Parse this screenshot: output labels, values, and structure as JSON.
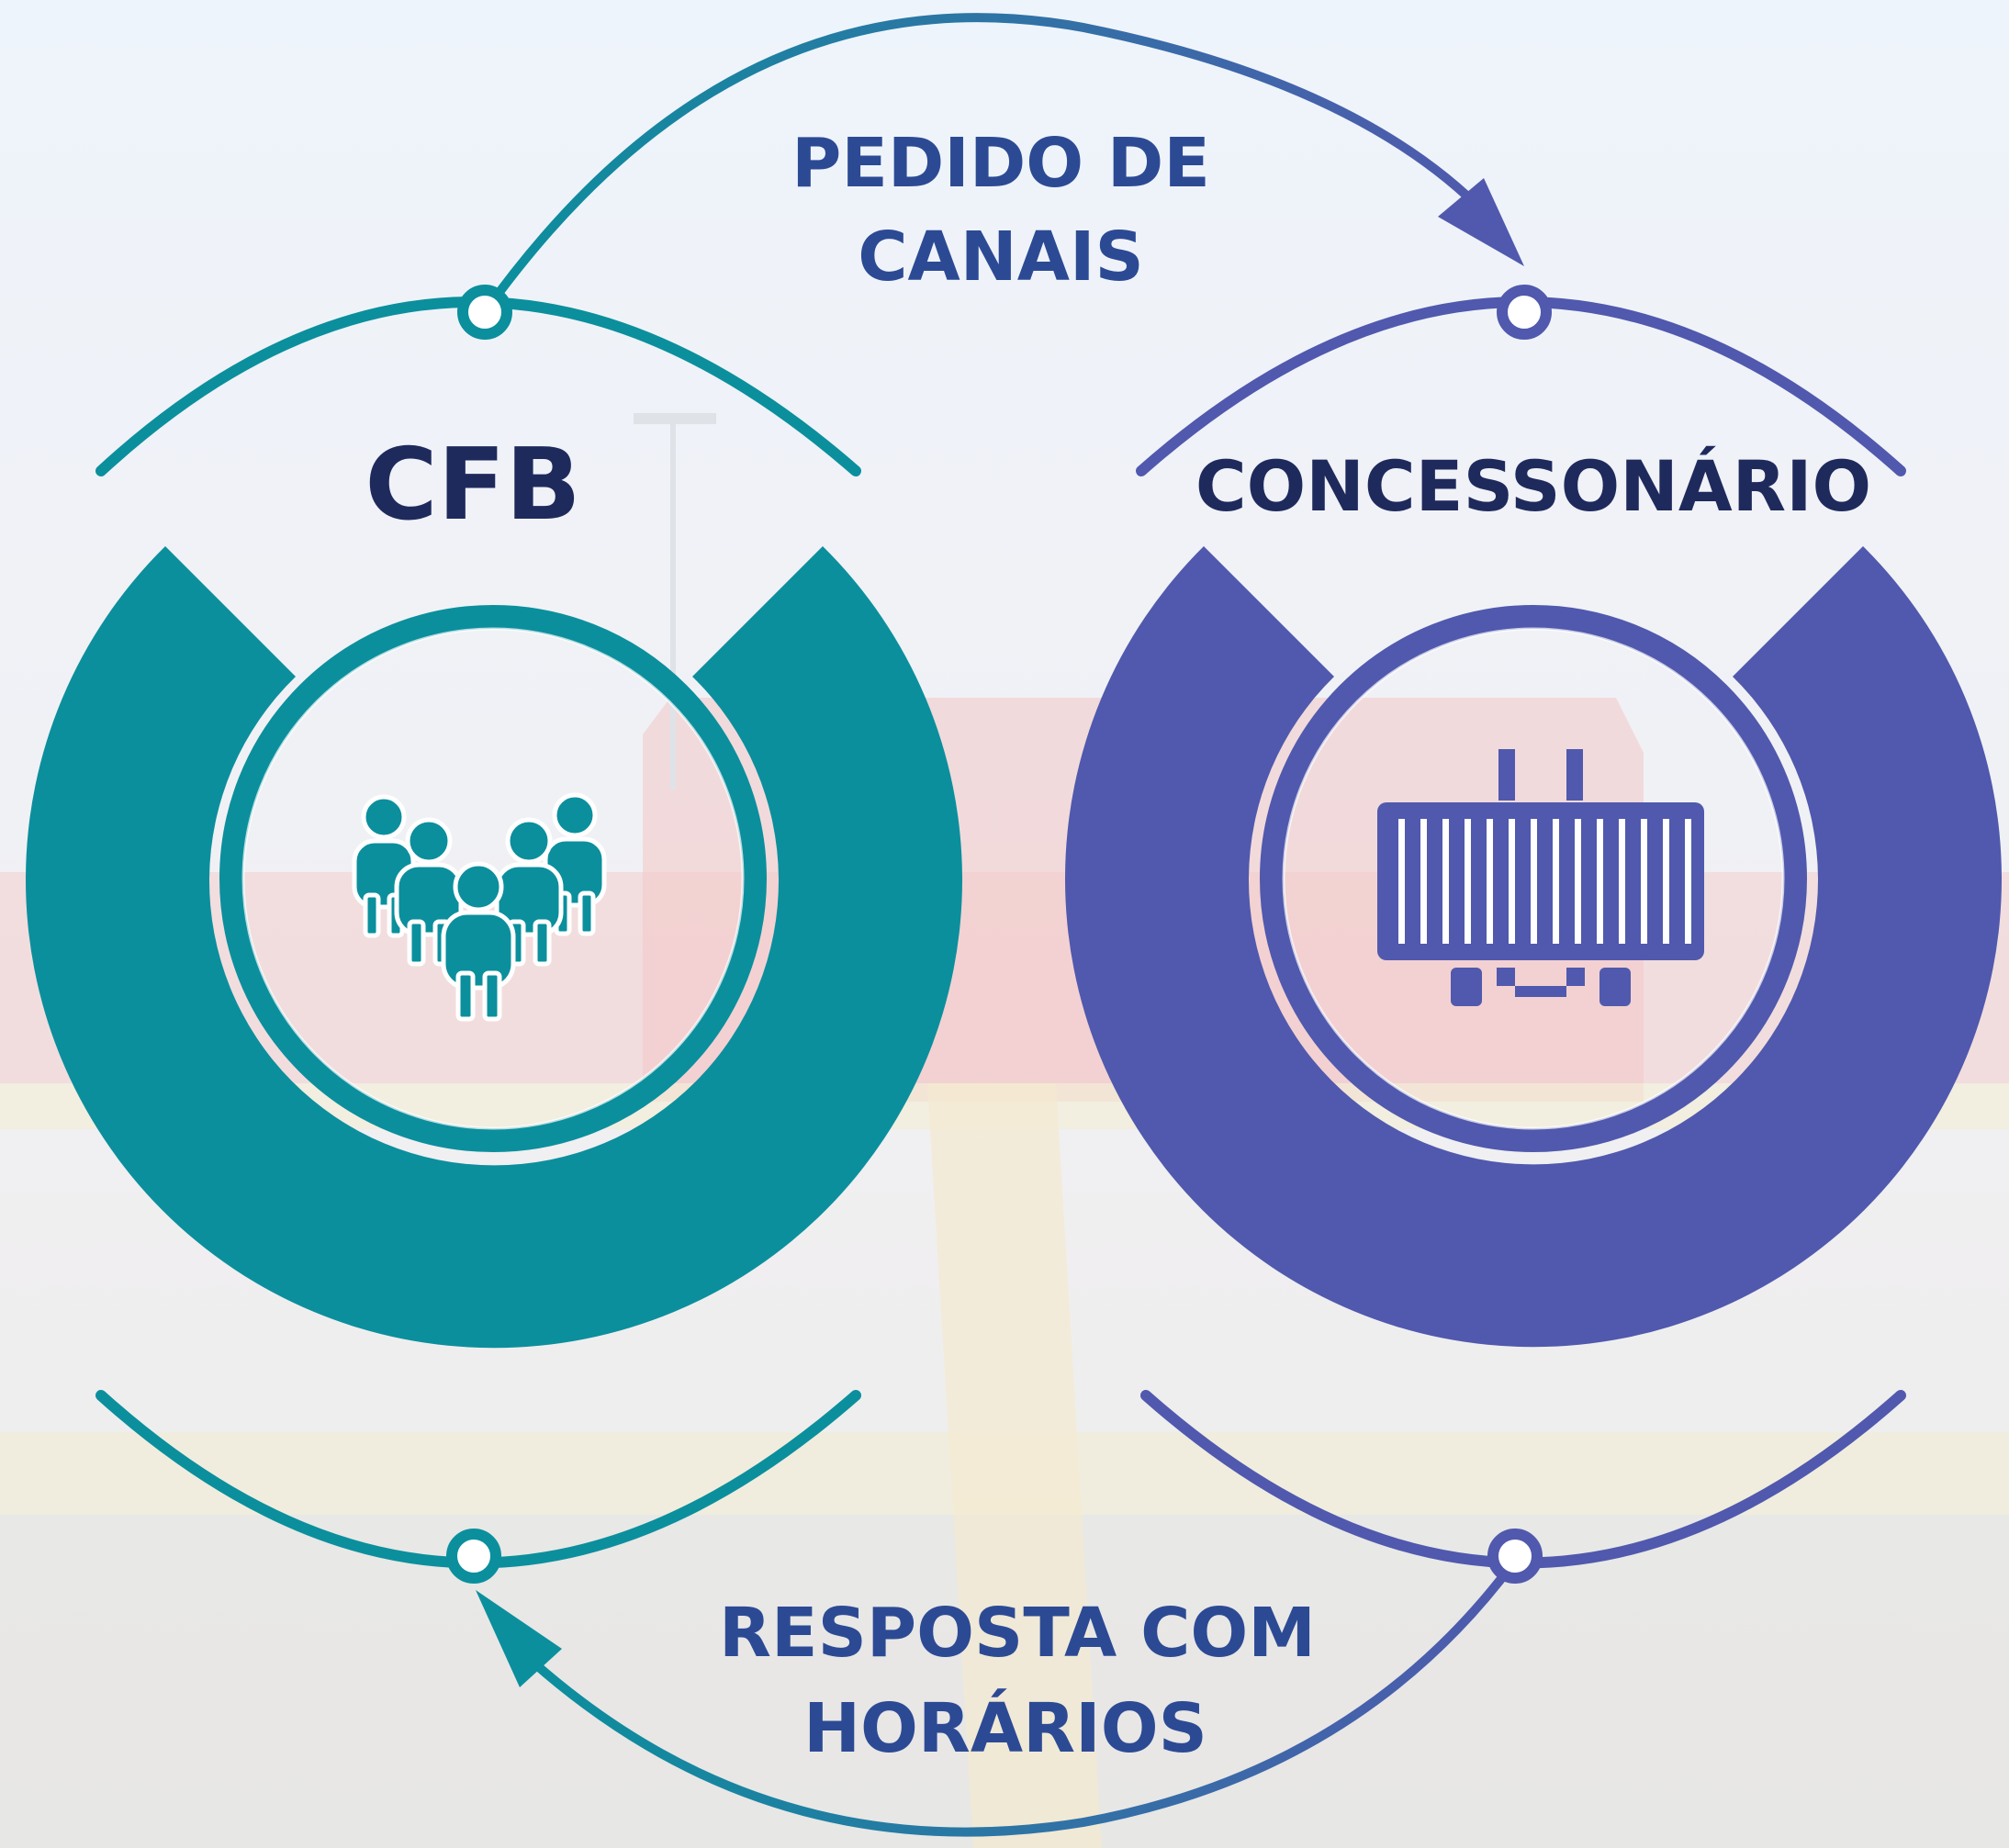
{
  "nodes": {
    "left": {
      "title": "CFB",
      "icon": "people-group-icon"
    },
    "right": {
      "title": "CONCESSONÁRIO",
      "icon": "transformer-icon"
    }
  },
  "edges": {
    "top": {
      "label_line1": "PEDIDO DE",
      "label_line2": "CANAIS",
      "direction": "left-to-right"
    },
    "bottom": {
      "label_line1": "RESPOSTA COM",
      "label_line2": "HORÁRIOS",
      "direction": "right-to-left"
    }
  },
  "colors": {
    "teal": "#0b8f9d",
    "purple": "#5059ad",
    "title_dark": "#1f2a5c",
    "label_blue": "#2c4a94",
    "background": "#eef4fa"
  }
}
